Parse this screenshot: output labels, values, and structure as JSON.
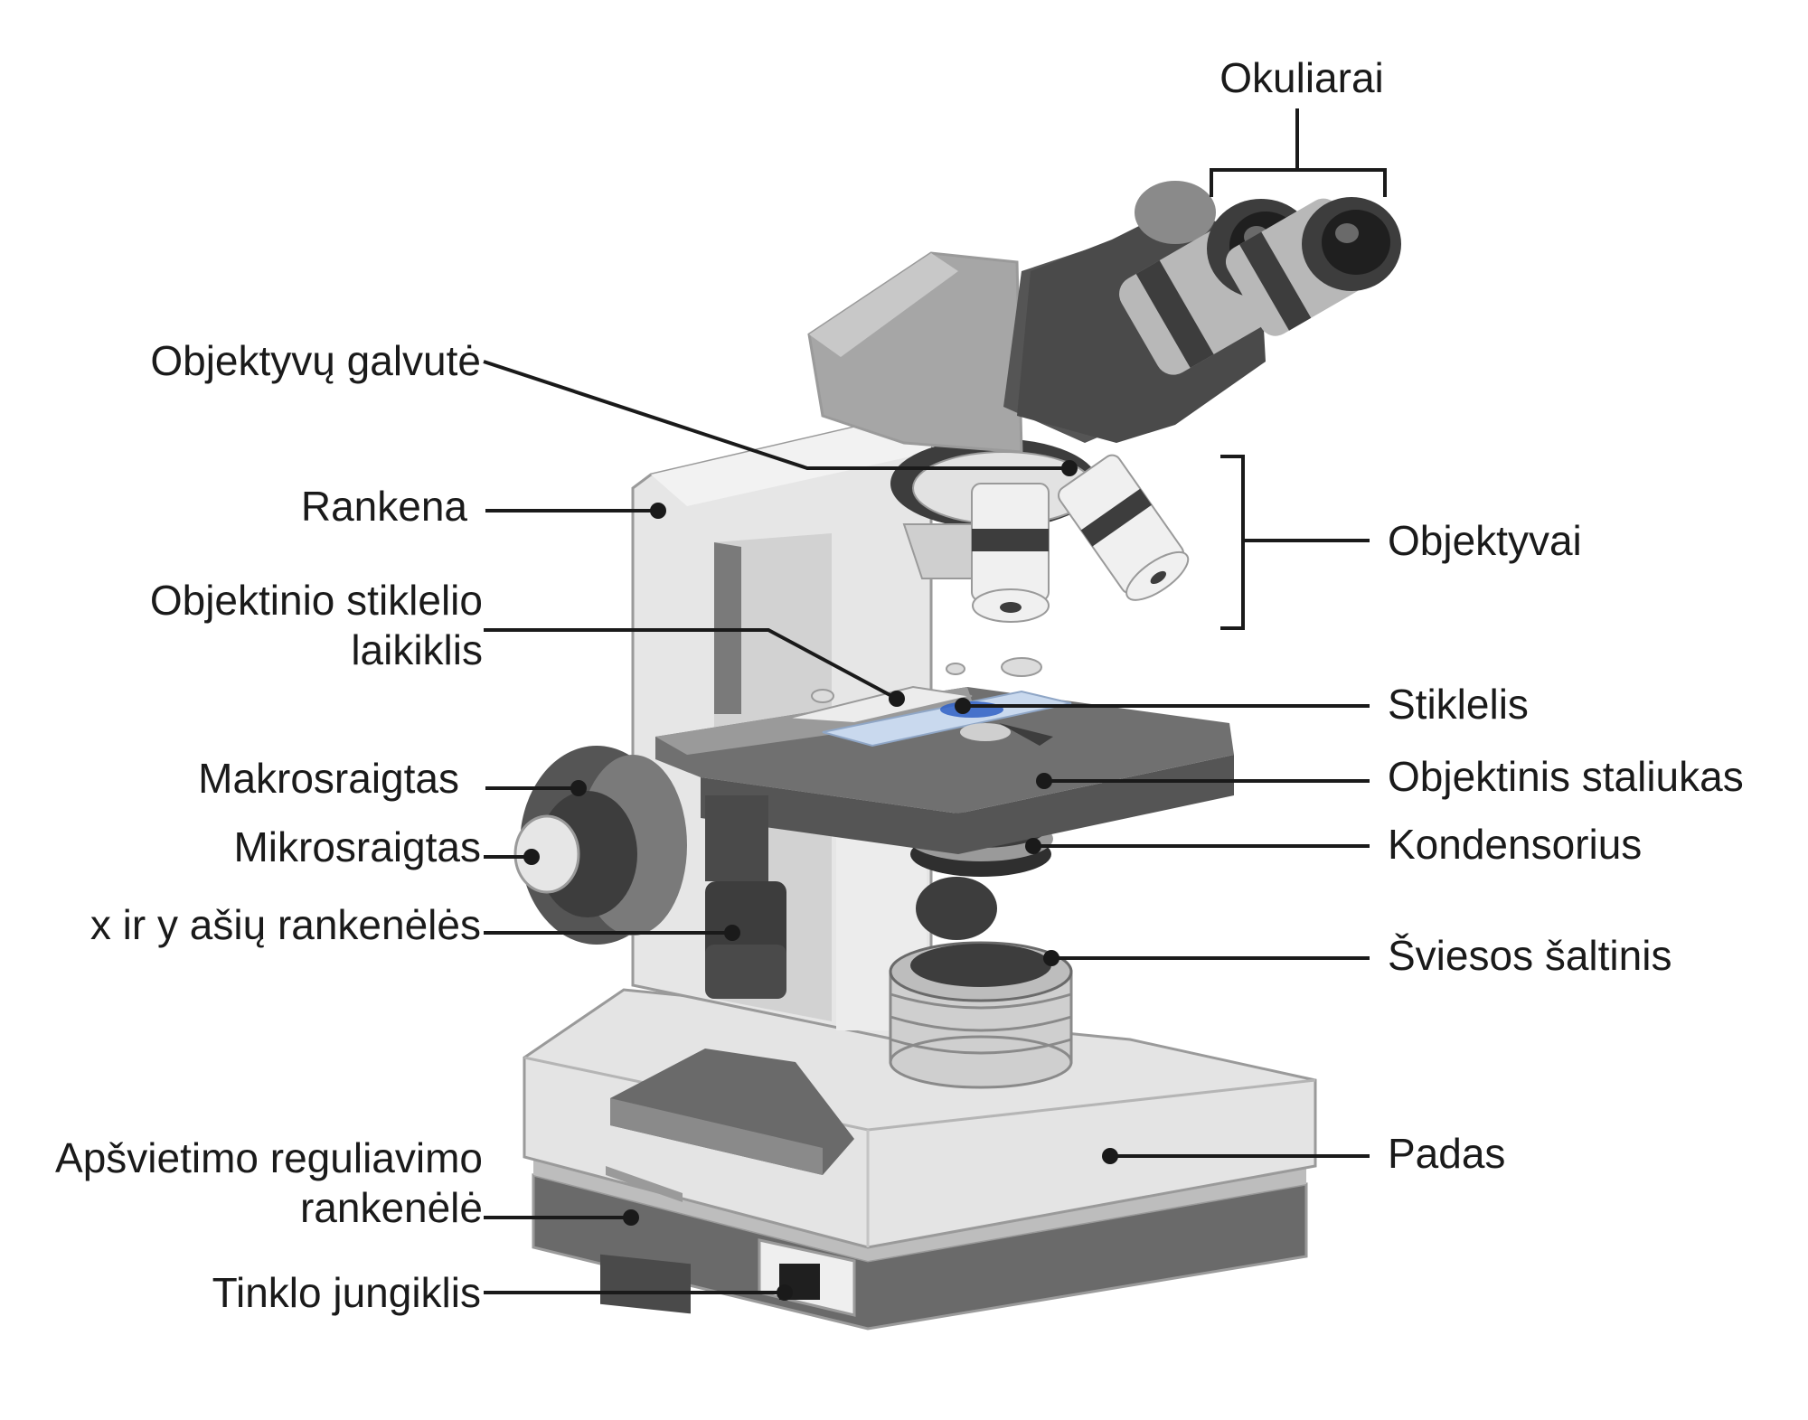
{
  "labels": {
    "okuliarai": "Okuliarai",
    "objektyvu_galvute": "Objektyvų galvutė",
    "rankena": "Rankena",
    "objektinio_laikiklis_1": "Objektinio stiklelio",
    "objektinio_laikiklis_2": "laikiklis",
    "makrosraigtas": "Makrosraigtas",
    "mikrosraigtas": "Mikrosraigtas",
    "xy_rankeneles": "x ir y ašių rankenėlės",
    "apsvietimo_1": "Apšvietimo reguliavimo",
    "apsvietimo_2": "rankenėlė",
    "tinklo_jungiklis": "Tinklo jungiklis",
    "objektyvai": "Objektyvai",
    "stiklelis": "Stiklelis",
    "objektinis_staliukas": "Objektinis staliukas",
    "kondensorius": "Kondensorius",
    "sviesos_saltinis": "Šviesos šaltinis",
    "padas": "Padas"
  },
  "colors": {
    "dark_part": "#4a4a4a",
    "mid_part": "#8c8c8c",
    "light_part": "#d6d6d6",
    "lighter_part": "#e8e8e8",
    "slide_glass": "#c9d9ee",
    "specimen": "#2f5fc4",
    "leader_line": "#1a1a1a"
  }
}
